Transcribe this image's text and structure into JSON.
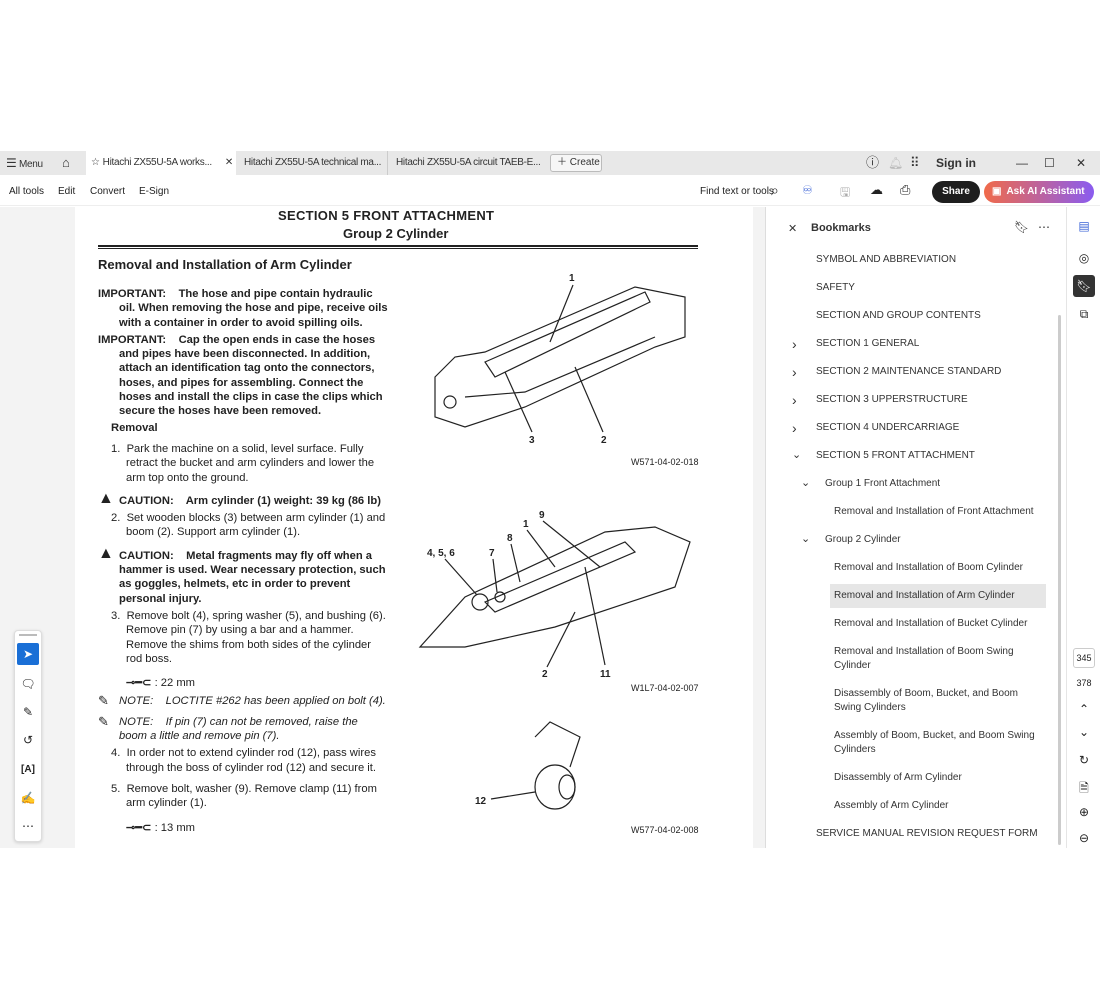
{
  "tabbar": {
    "menu": "Menu",
    "tabs": [
      "Hitachi ZX55U-5A works...",
      "Hitachi ZX55U-5A technical ma...",
      "Hitachi ZX55U-5A circuit TAEB-E..."
    ],
    "create": "Create",
    "sign_in": "Sign in"
  },
  "toolbar": {
    "items": [
      "All tools",
      "Edit",
      "Convert",
      "E-Sign"
    ],
    "find": "Find text or tools",
    "share": "Share",
    "ai": "Ask AI Assistant",
    "share_color": "#1e1e1e",
    "ai_gradient": [
      "#f06a4a",
      "#8a5cf0"
    ]
  },
  "document": {
    "section_header": "SECTION 5 FRONT ATTACHMENT",
    "group_title": "Group 2 Cylinder",
    "title": "Removal and Installation of Arm Cylinder",
    "important1_label": "IMPORTANT:",
    "important1": "The hose and pipe contain hydraulic oil. When removing the hose and pipe, receive oils with a container in order to avoid spilling oils.",
    "important2_label": "IMPORTANT:",
    "important2": "Cap the open ends in case the hoses and pipes have been disconnected. In addition, attach an identification tag onto the connectors, hoses, and pipes for assembling. Connect the hoses and install the clips in case the clips which secure the hoses have been removed.",
    "removal": "Removal",
    "step1": "Park the machine on a solid, level surface. Fully retract the bucket and arm cylinders and lower the arm top onto the ground.",
    "caution1_label": "CAUTION:",
    "caution1": "Arm cylinder (1) weight: 39 kg (86 lb)",
    "step2": "Set wooden blocks (3) between arm cylinder (1) and boom (2). Support arm cylinder (1).",
    "caution2_label": "CAUTION:",
    "caution2": "Metal fragments may fly off when a hammer is used. Wear necessary protection, such as goggles, helmets, etc in order to prevent personal injury.",
    "step3": "Remove bolt (4), spring washer (5), and bushing (6). Remove pin (7) by using a bar and a hammer. Remove the shims from both sides of the cylinder rod boss.",
    "wrench1": ": 22 mm",
    "note1_label": "NOTE:",
    "note1": "LOCTITE #262 has been applied on bolt (4).",
    "note2_label": "NOTE:",
    "note2": "If pin (7) can not be removed, raise the boom a little and remove pin (7).",
    "step4": "In order not to extend cylinder rod (12), pass wires through the boss of cylinder rod (12) and secure it.",
    "step5": "Remove bolt, washer (9). Remove clamp (11) from arm cylinder (1).",
    "wrench2": ": 13 mm",
    "nums": [
      "1.",
      "2.",
      "3.",
      "4.",
      "5."
    ],
    "fig1": {
      "caption": "W571-04-02-018",
      "labels": [
        "1",
        "2",
        "3"
      ]
    },
    "fig2": {
      "caption": "W1L7-04-02-007",
      "labels": [
        "9",
        "1",
        "8",
        "7",
        "4, 5, 6",
        "2",
        "11"
      ]
    },
    "fig3": {
      "caption": "W577-04-02-008",
      "labels": [
        "12"
      ]
    }
  },
  "bookmarks": {
    "title": "Bookmarks",
    "items": [
      "SYMBOL AND ABBREVIATION",
      "SAFETY",
      "SECTION AND GROUP CONTENTS",
      "SECTION 1 GENERAL",
      "SECTION 2 MAINTENANCE STANDARD",
      "SECTION 3 UPPERSTRUCTURE",
      "SECTION 4 UNDERCARRIAGE",
      "SECTION 5 FRONT ATTACHMENT",
      "Group 1 Front Attachment",
      "Removal and Installation of Front Attachment",
      "Group 2 Cylinder",
      "Removal and Installation of Boom Cylinder",
      "Removal and Installation of Arm Cylinder",
      "Removal and Installation of Bucket Cylinder",
      "Removal and Installation of Boom Swing Cylinder",
      "Disassembly of Boom, Bucket, and Boom Swing Cylinders",
      "Assembly of Boom, Bucket, and Boom Swing Cylinders",
      "Disassembly of Arm Cylinder",
      "Assembly of Arm Cylinder",
      "SERVICE MANUAL REVISION REQUEST FORM"
    ],
    "selected": "Removal and Installation of Arm Cylinder"
  },
  "rail": {
    "current_page": "345",
    "total_pages": "378"
  }
}
